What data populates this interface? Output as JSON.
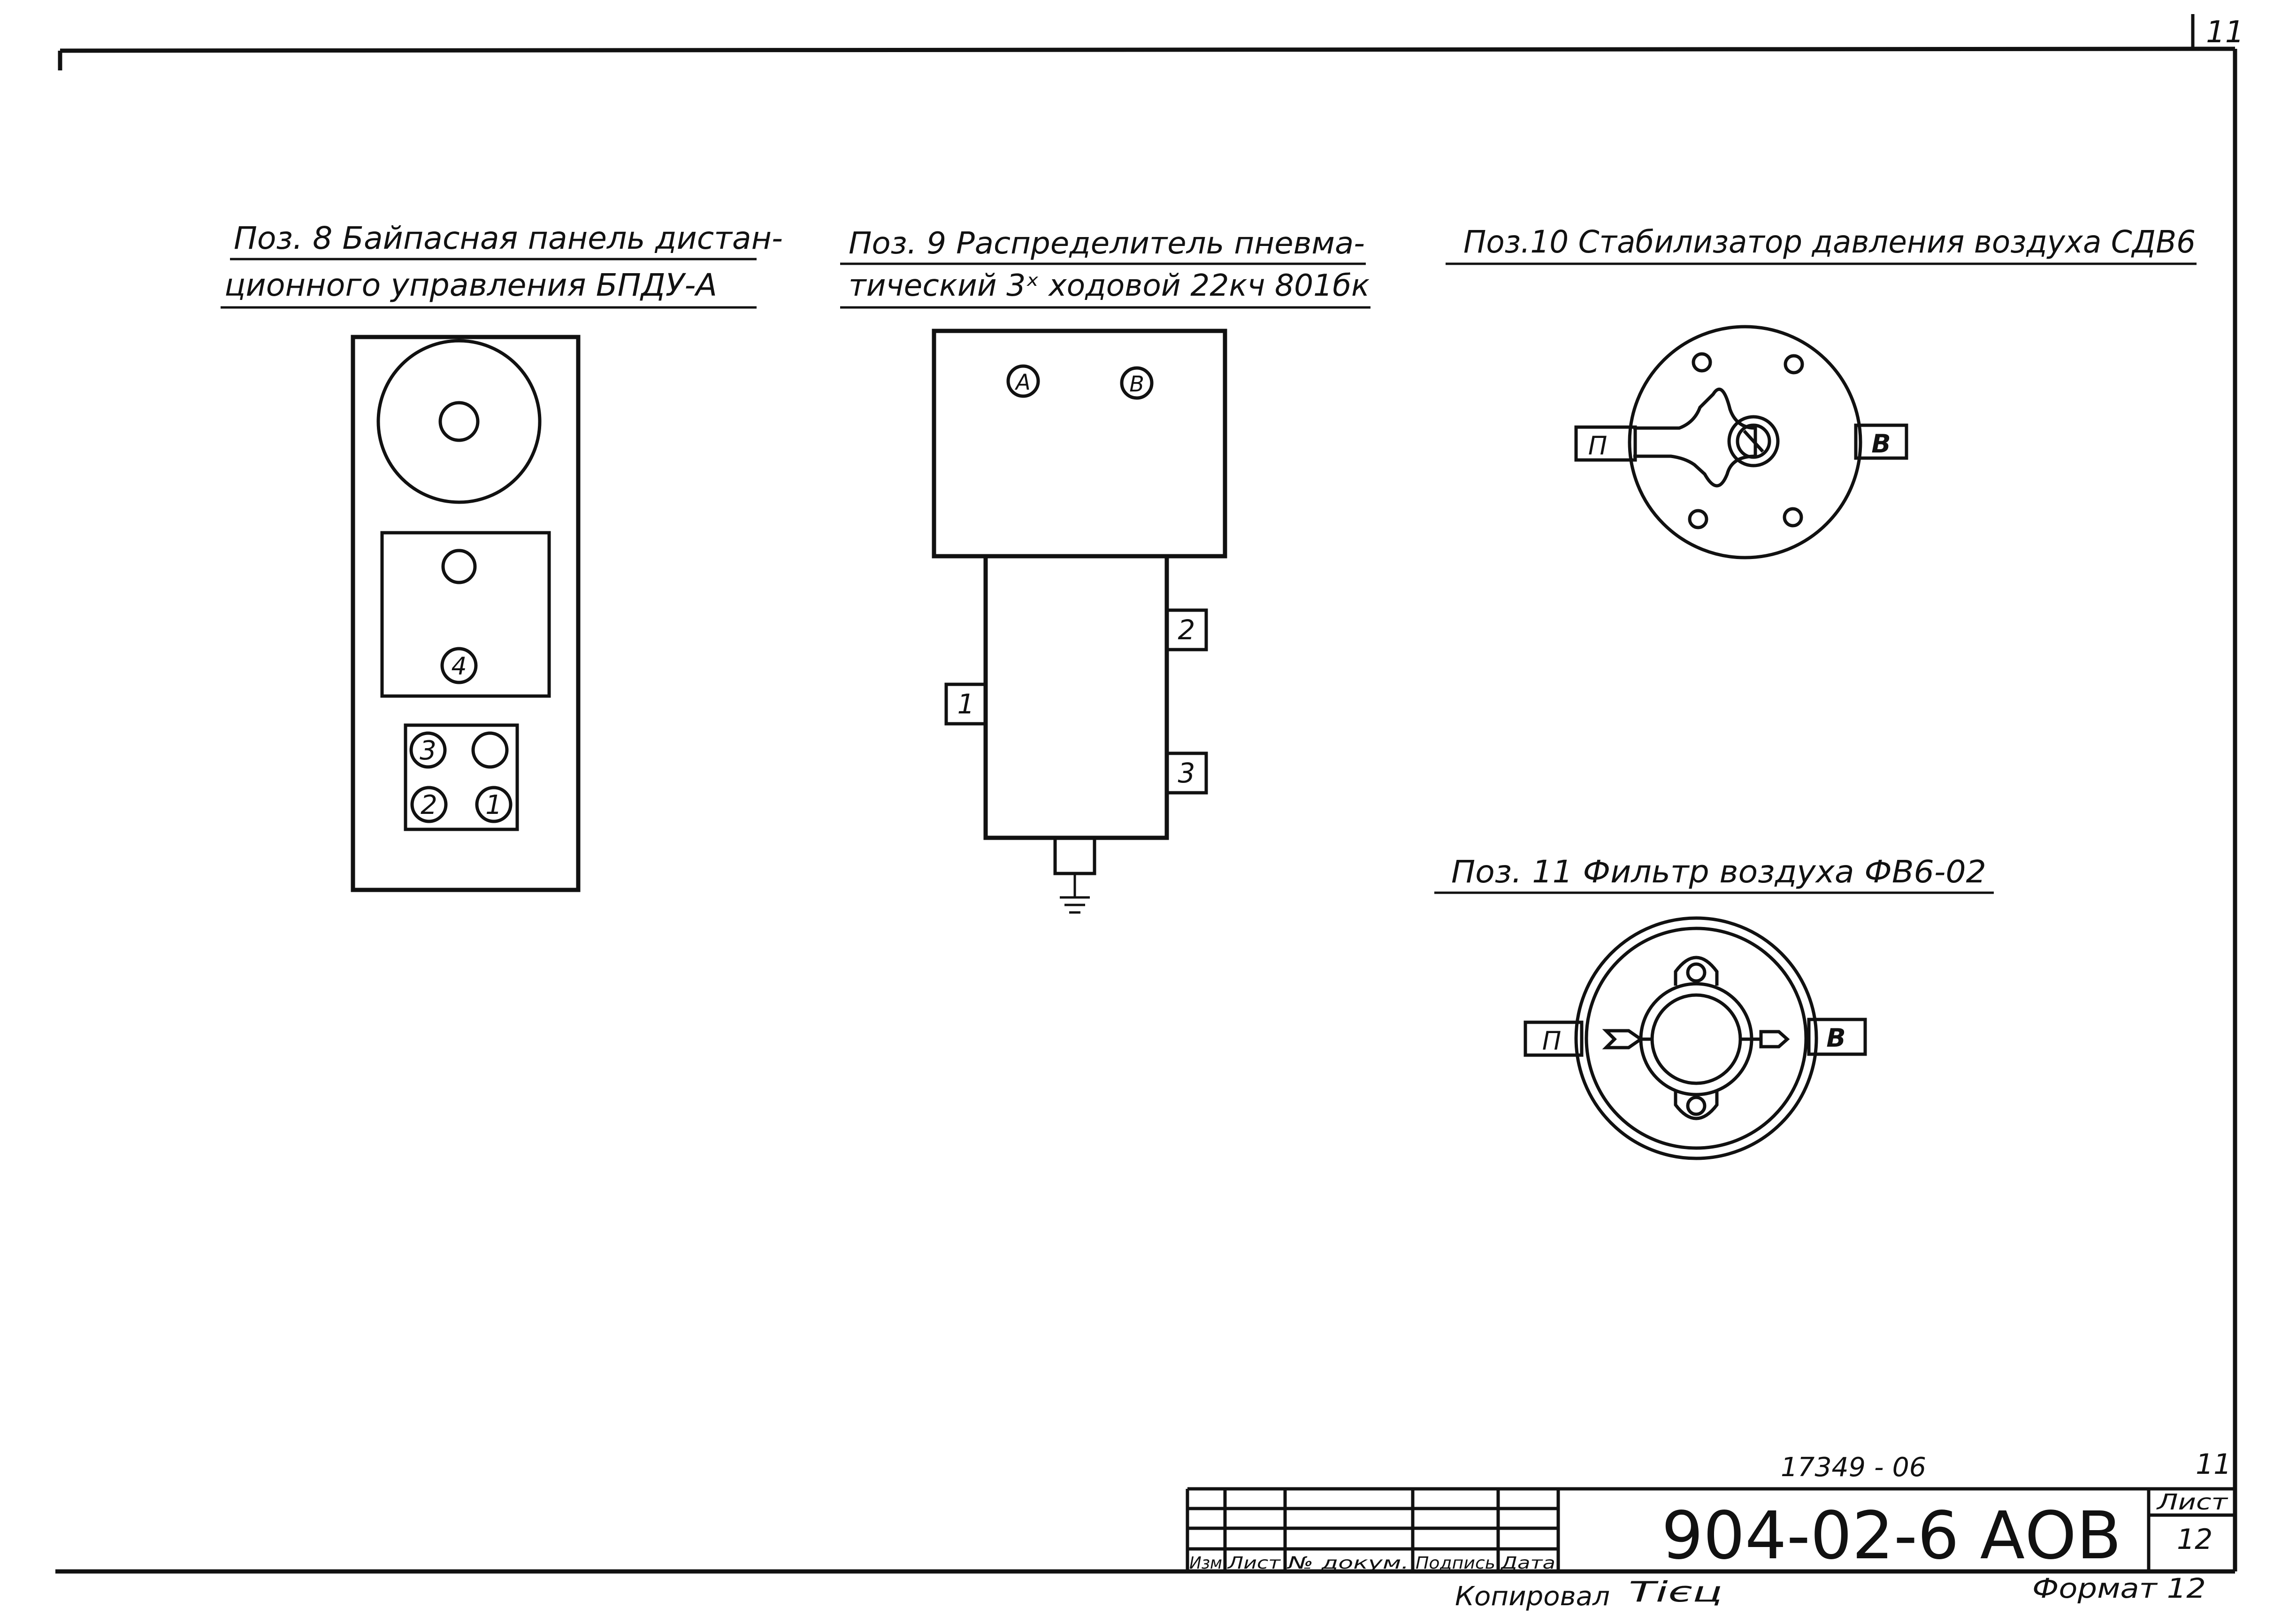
{
  "sheet_corner_number": "11",
  "pos8": {
    "title_line1": "Поз. 8  Байпасная панель дистан-",
    "title_line2": "ционного управления  БПДУ-А",
    "labels": {
      "n4": "4",
      "n3": "3",
      "n2": "2",
      "n1": "1"
    }
  },
  "pos9": {
    "title_line1": "Поз. 9  Распределитель пневма-",
    "title_line2": "тический 3ˣ ходовой 22кч 801бк",
    "labels": {
      "a": "А",
      "b": "В",
      "p1": "1",
      "p2": "2",
      "p3": "3"
    }
  },
  "pos10": {
    "title": "Поз.10  Стабилизатор  давления воздуха СДВ6",
    "labels": {
      "left": "П",
      "right": "В"
    }
  },
  "pos11": {
    "title": "Поз. 11  Фильтр воздуха ФВ6-02",
    "labels": {
      "left": "П",
      "right": "В"
    }
  },
  "title_block": {
    "doc_number": "17349 - 06",
    "code": "904-02-6   АОВ",
    "sheet_top_number": "11",
    "sheet_label": "Лист",
    "sheet_value": "12",
    "col_izm": "Изм",
    "col_list": "Лист",
    "col_dokum": "№ докум.",
    "col_podpis": "Подпись",
    "col_data": "Дата"
  },
  "footer": {
    "copied_by": "Копировал",
    "signature": "Тієц",
    "format": "Формат 12"
  }
}
